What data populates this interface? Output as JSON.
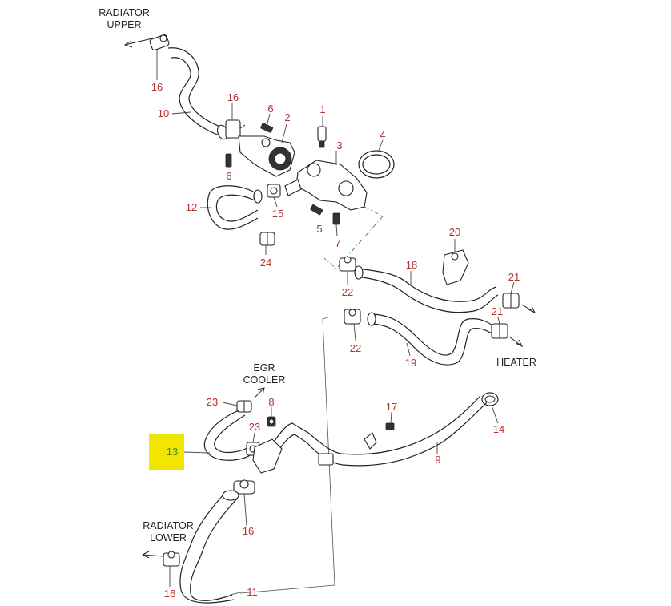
{
  "labels": {
    "radiator_upper": [
      "RADIATOR",
      "UPPER"
    ],
    "egr_cooler": [
      "EGR",
      "COOLER"
    ],
    "radiator_lower": [
      "RADIATOR",
      "LOWER"
    ],
    "heater": "HEATER"
  },
  "callouts": {
    "c1": "1",
    "c2": "2",
    "c3": "3",
    "c4": "4",
    "c5": "5",
    "c6a": "6",
    "c6b": "6",
    "c7": "7",
    "c8": "8",
    "c9": "9",
    "c10": "10",
    "c11": "11",
    "c12": "12",
    "c13": "13",
    "c14": "14",
    "c15": "15",
    "c16a": "16",
    "c16b": "16",
    "c16c": "16",
    "c16d": "16",
    "c17": "17",
    "c18": "18",
    "c19": "19",
    "c20": "20",
    "c21a": "21",
    "c21b": "21",
    "c22a": "22",
    "c22b": "22",
    "c23a": "23",
    "c23b": "23",
    "c24": "24"
  },
  "highlight_color": "#f2e600",
  "callout_color": "#b5302a"
}
